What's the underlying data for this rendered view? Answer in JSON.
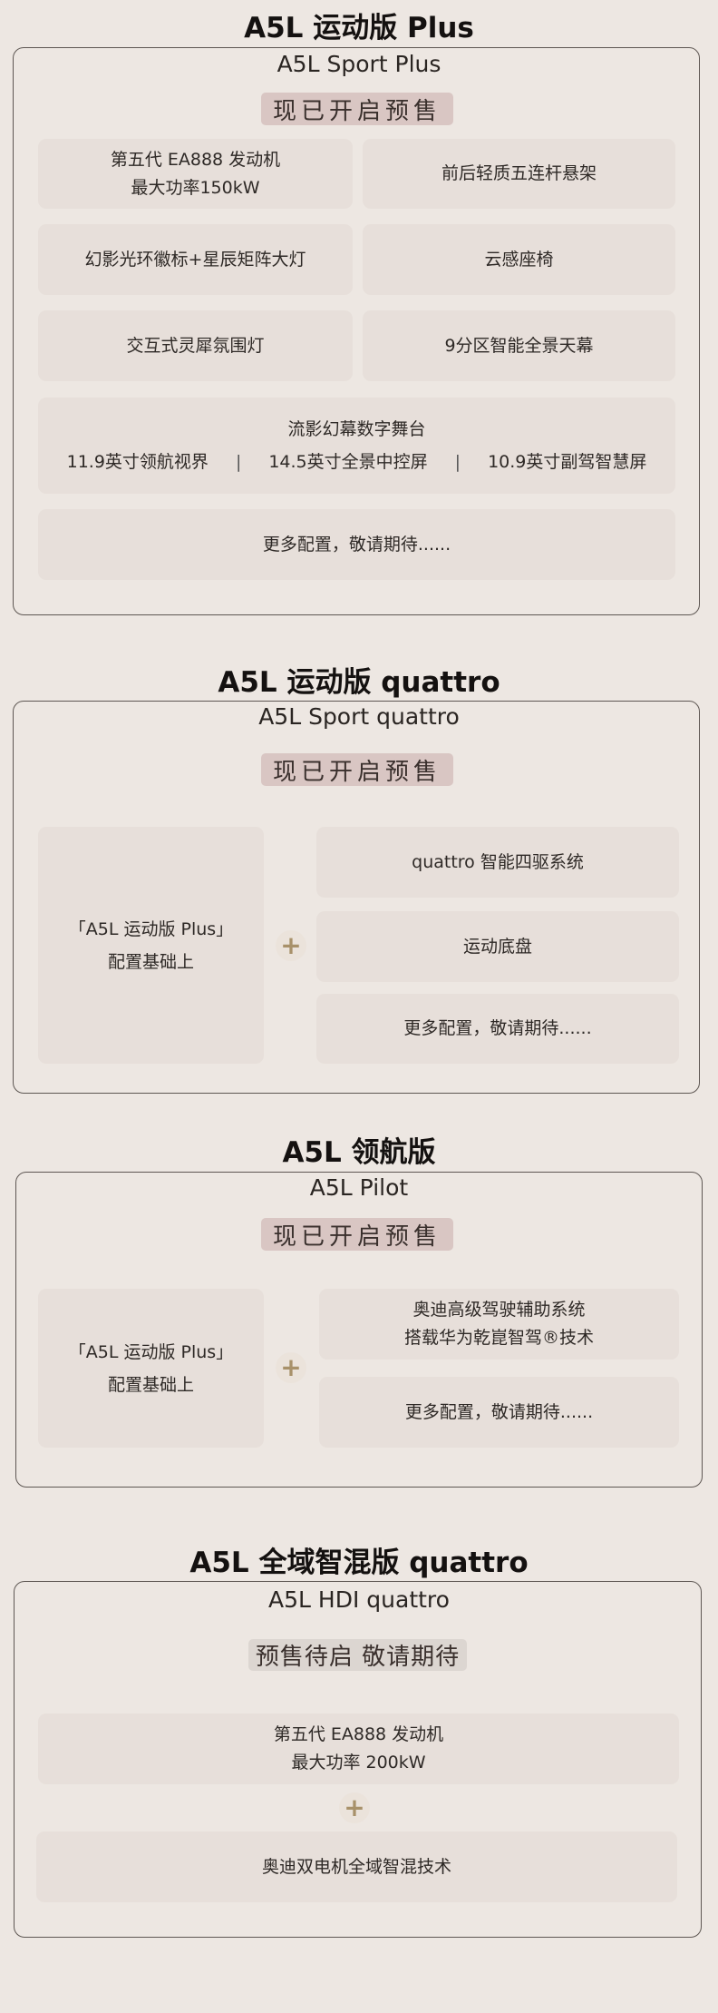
{
  "sections": [
    {
      "title": "A5L 运动版 Plus",
      "subtitle": "A5L Sport Plus",
      "badge": "现已开启预售",
      "cards": [
        {
          "lines": [
            "第五代 EA888 发动机",
            "最大功率150kW"
          ]
        },
        {
          "lines": [
            "前后轻质五连杆悬架"
          ]
        },
        {
          "lines": [
            "幻影光环徽标+星辰矩阵大灯"
          ]
        },
        {
          "lines": [
            "云感座椅"
          ]
        },
        {
          "lines": [
            "交互式灵犀氛围灯"
          ]
        },
        {
          "lines": [
            "9分区智能全景天幕"
          ]
        },
        {
          "heading": "流影幻幕数字舞台",
          "items": [
            "11.9英寸领航视界",
            "14.5英寸全景中控屏",
            "10.9英寸副驾智慧屏"
          ],
          "separator": "|"
        },
        {
          "lines": [
            "更多配置，敬请期待......"
          ]
        }
      ]
    },
    {
      "title": "A5L 运动版 quattro",
      "subtitle": "A5L Sport quattro",
      "badge": "现已开启预售",
      "base": [
        "「A5L 运动版 Plus」",
        "配置基础上"
      ],
      "plus": "+",
      "cards": [
        "quattro 智能四驱系统",
        "运动底盘",
        "更多配置，敬请期待......"
      ]
    },
    {
      "title": "A5L 领航版",
      "subtitle": "A5L Pilot",
      "badge": "现已开启预售",
      "base": [
        "「A5L 运动版 Plus」",
        "配置基础上"
      ],
      "plus": "+",
      "cards": [
        [
          "奥迪高级驾驶辅助系统",
          "搭载华为乾崑智驾®技术"
        ],
        [
          "更多配置，敬请期待......"
        ]
      ]
    },
    {
      "title": "A5L 全域智混版 quattro",
      "subtitle": "A5L HDI quattro",
      "badge": "预售待启 敬请期待",
      "plus": "+",
      "cards": [
        [
          "第五代 EA888 发动机",
          "最大功率 200kW"
        ],
        [
          "奥迪双电机全域智混技术"
        ]
      ]
    }
  ],
  "colors": {
    "background": "#ede7e2",
    "card": "#e7dfda",
    "badge_active": "#d9c6c3",
    "badge_pending": "#dcd6d1",
    "plus": "#a8916a"
  }
}
